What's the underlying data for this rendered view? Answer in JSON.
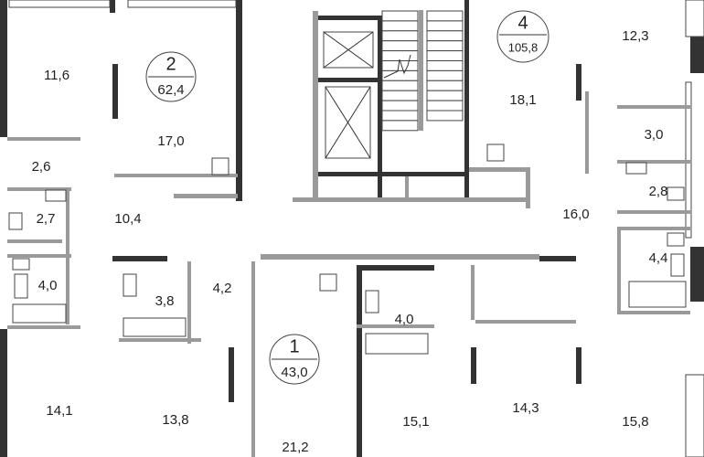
{
  "plan": {
    "apartments": [
      {
        "number": "1",
        "area": "43,0"
      },
      {
        "number": "2",
        "area": "62,4"
      },
      {
        "number": "4",
        "area": "105,8"
      }
    ],
    "rooms": [
      "11,6",
      "17,0",
      "2,6",
      "2,7",
      "10,4",
      "4,0",
      "3,8",
      "4,2",
      "4,0",
      "14,1",
      "13,8",
      "21,2",
      "15,1",
      "14,3",
      "15,8",
      "12,3",
      "18,1",
      "3,0",
      "2,8",
      "16,0",
      "4,4"
    ]
  },
  "colors": {
    "wall_bearing": "#333333",
    "wall_partition": "#9a9a9a"
  }
}
